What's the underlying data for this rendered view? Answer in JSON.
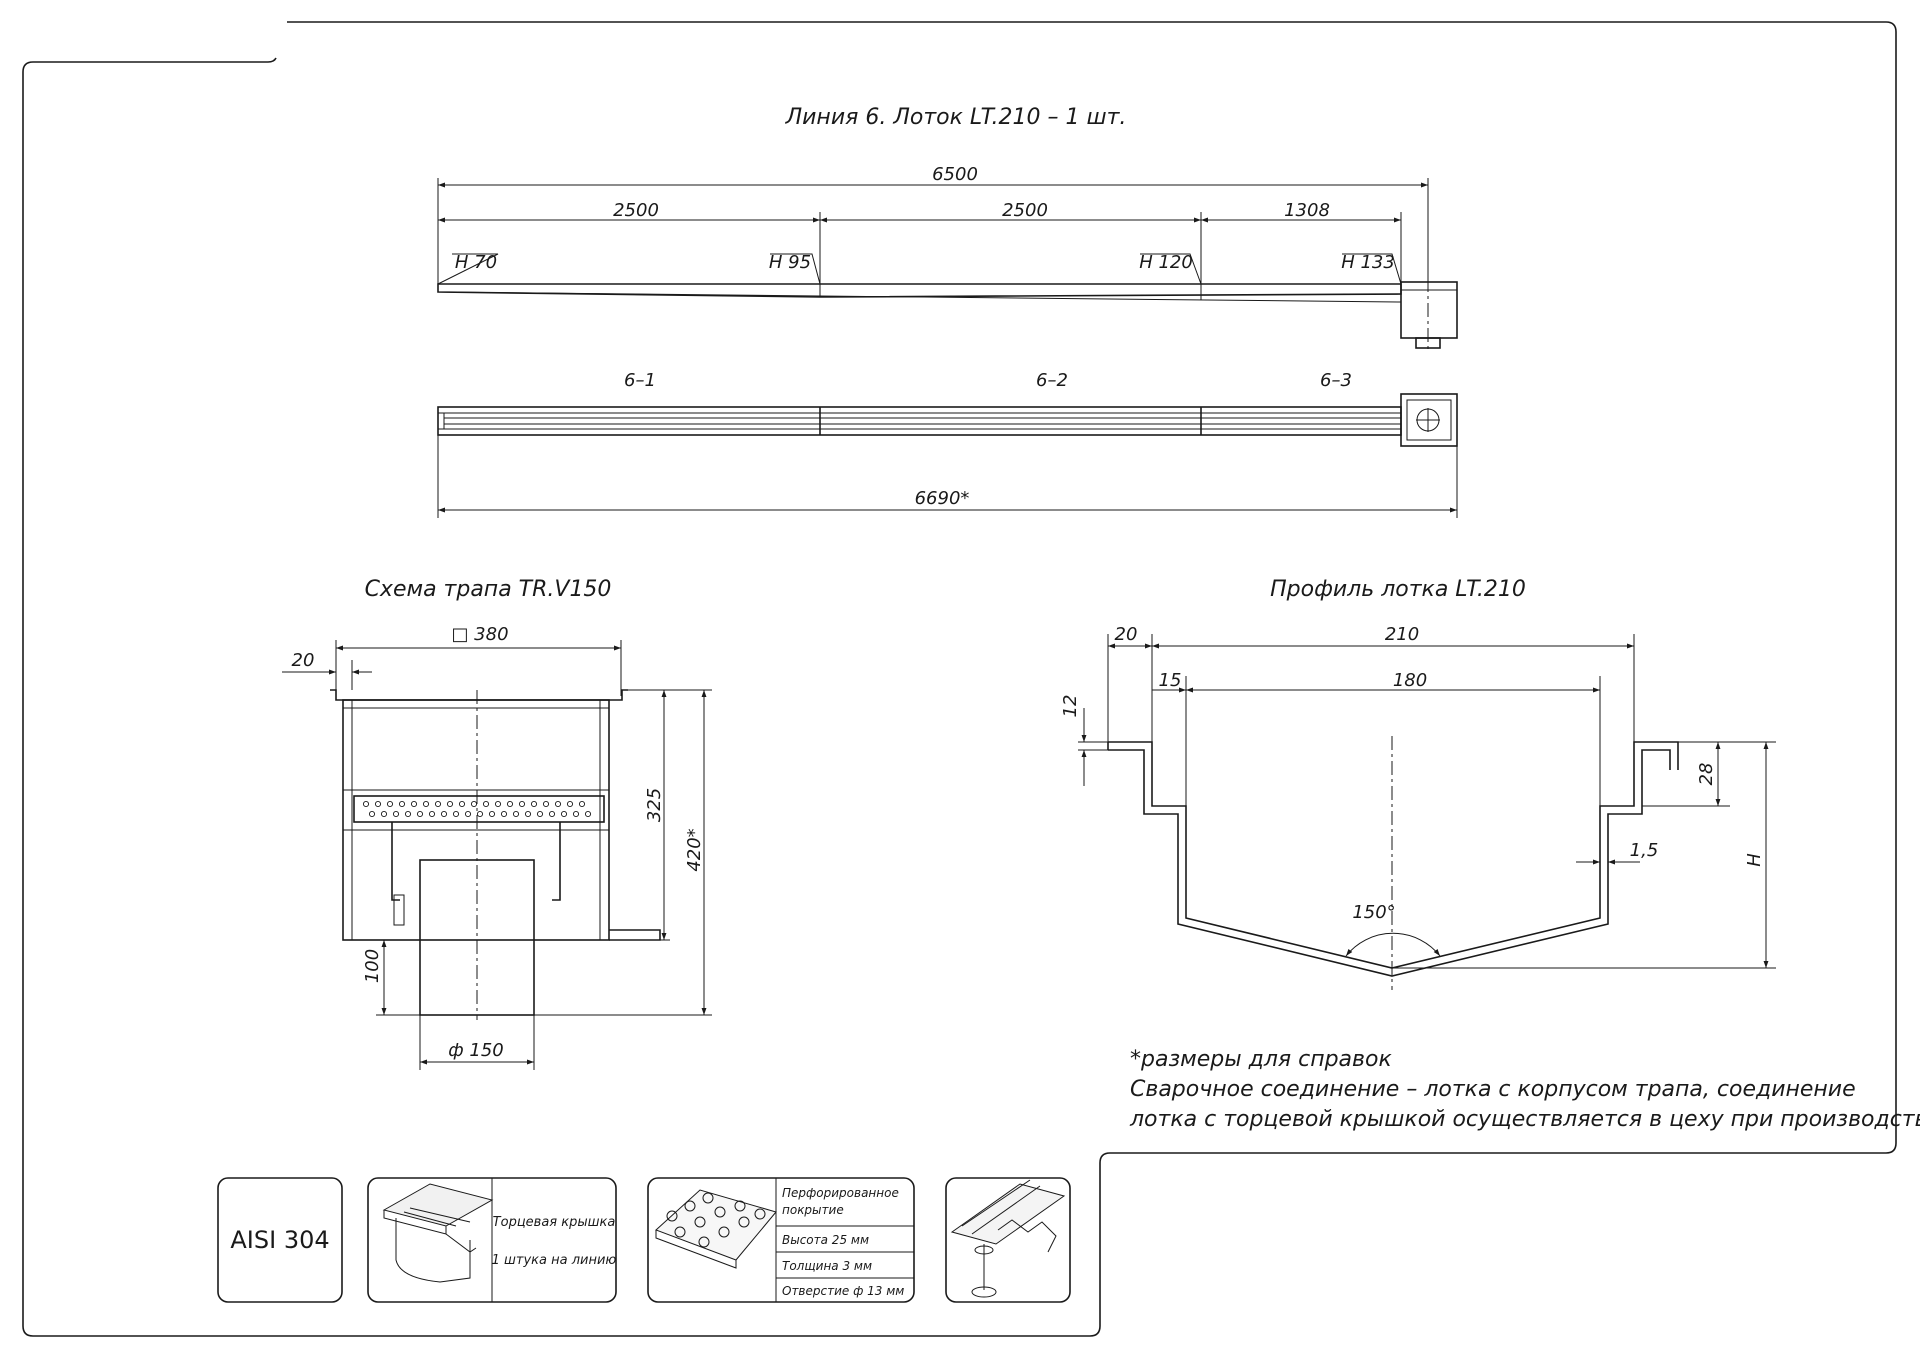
{
  "sheet": {
    "title": "Линия 6. Лоток LT.210 – 1 шт."
  },
  "side_view": {
    "total_length": "6500",
    "section_lengths": [
      "2500",
      "2500",
      "1308"
    ],
    "heights": [
      "H 70",
      "H 95",
      "H 120",
      "H 133"
    ]
  },
  "top_view": {
    "section_labels": [
      "6–1",
      "6–2",
      "6–3"
    ],
    "overall_length": "6690*"
  },
  "drain_scheme": {
    "title": "Схема трапа TR.V150",
    "width": "□ 380",
    "flange": "20",
    "height": "325",
    "total_height": "420*",
    "outlet_length": "100",
    "outlet_diameter": "ф 150"
  },
  "channel_profile": {
    "title": "Профиль лотка LT.210",
    "outer_width": "210",
    "flange": "20",
    "inner_width": "180",
    "wall_offset": "15",
    "flange_height": "12",
    "lip_height": "28",
    "thickness": "1,5",
    "height": "H",
    "angle": "150°"
  },
  "notes": [
    "*размеры для справок",
    "Сварочное соединение – лотка с корпусом трапа, соединение",
    "лотка с торцевой крышкой осуществляется в цеху при производстве."
  ],
  "info_cards": {
    "material": "AISI 304",
    "end_cap": [
      "Торцевая крышка",
      "1 штука на линию"
    ],
    "grating": [
      "Перфорированное",
      "покрытие",
      "Высота 25 мм",
      "Толщина 3 мм",
      "Отверстие  ф 13 мм"
    ]
  }
}
